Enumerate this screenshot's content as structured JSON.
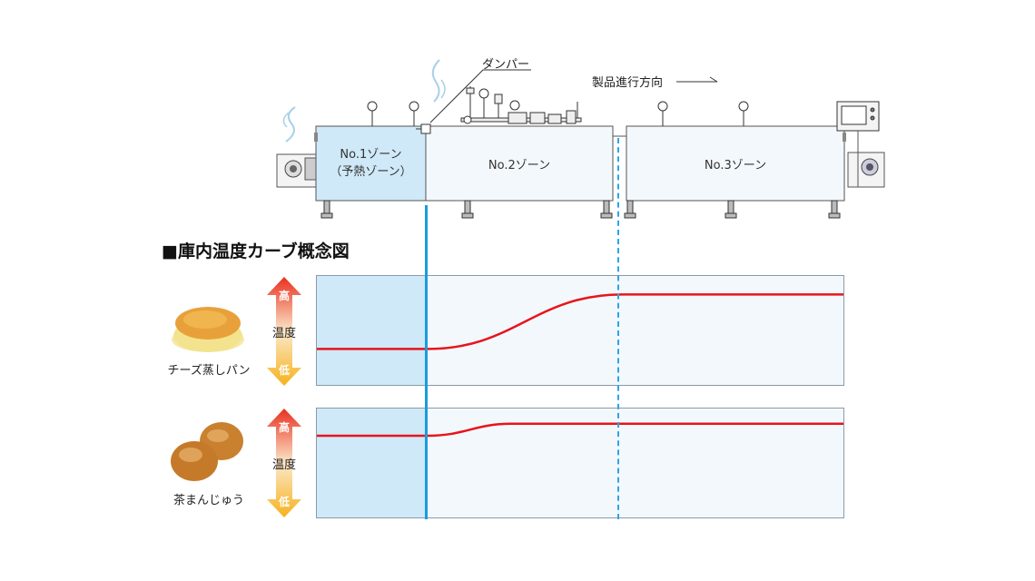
{
  "diagram": {
    "damper_label": "ダンパー",
    "direction_label": "製品進行方向",
    "zones": [
      {
        "line1": "No.1ゾーン",
        "line2": "（予熱ゾーン）"
      },
      {
        "line1": "No.2ゾーン",
        "line2": ""
      },
      {
        "line1": "No.3ゾーン",
        "line2": ""
      }
    ],
    "section_title": "■庫内温度カーブ概念図",
    "axis": {
      "high": "高",
      "label": "温度",
      "low": "低"
    },
    "products": [
      {
        "name": "チーズ蒸しパン",
        "curve": {
          "start_level": 0.33,
          "end_level": 0.83,
          "transition_start": 0.21,
          "transition_end": 0.58
        }
      },
      {
        "name": "茶まんじゅう",
        "curve": {
          "start_level": 0.75,
          "end_level": 0.86,
          "transition_start": 0.21,
          "transition_end": 0.37
        }
      }
    ],
    "colors": {
      "preheat_zone": "#cfe9f8",
      "zone_fill": "#f3f8fc",
      "curve": "#e8141b",
      "boundary_solid": "#1a9be0",
      "boundary_dashed": "#2aa5e8",
      "arrow_top": "#e8301e",
      "arrow_bottom": "#f6b21a"
    }
  }
}
